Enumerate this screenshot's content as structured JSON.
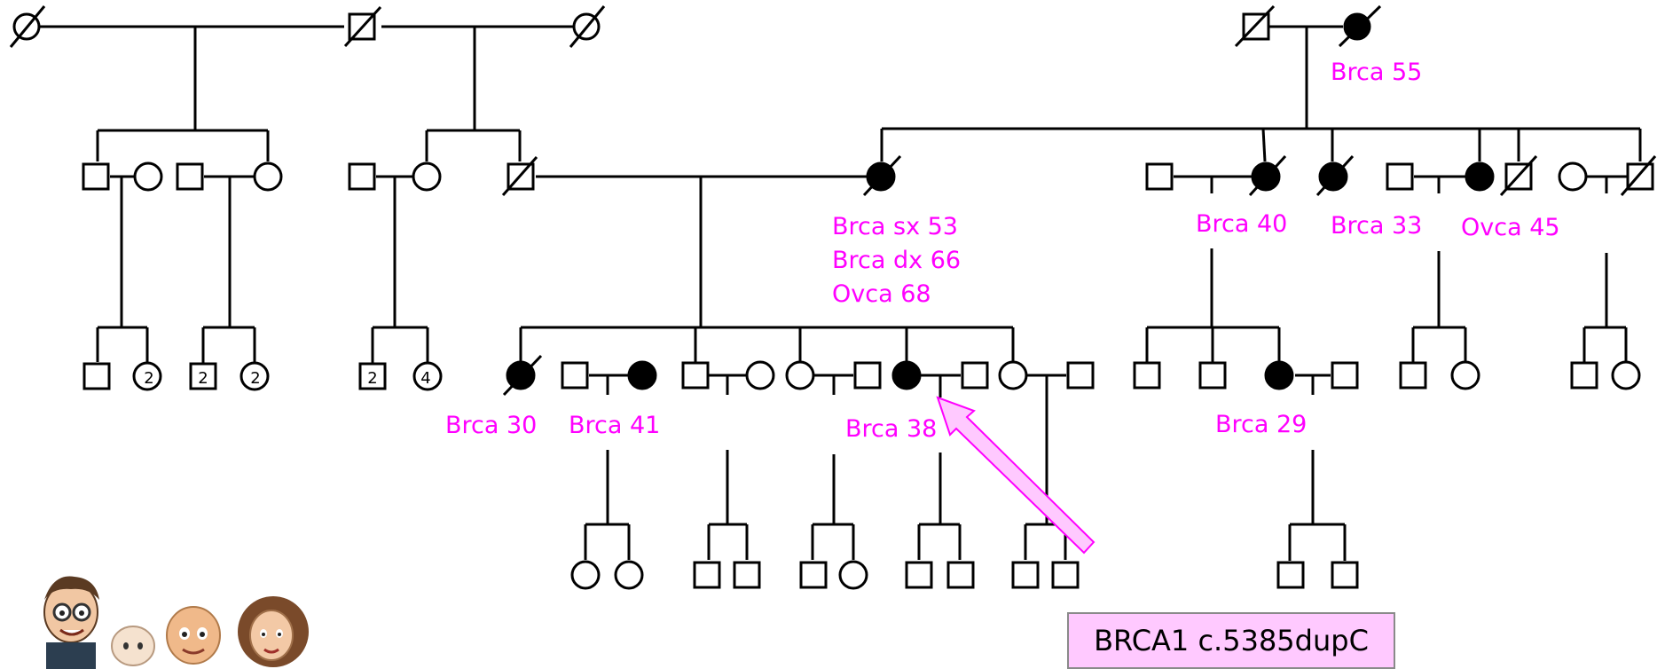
{
  "diagram": {
    "type": "pedigree",
    "affected_color": "#000000",
    "label_color": "#ff00ff",
    "arrow_fill": "#ffc9ff",
    "arrow_stroke": "#ff00ff",
    "mutation": "BRCA1 c.5385dupC",
    "labels": {
      "grandmother": "Brca 55",
      "aunt1_l1": "Brca sx 53",
      "aunt1_l2": "Brca dx 66",
      "aunt1_l3": "Ovca 68",
      "aunt2": "Brca 40",
      "aunt3": "Brca 33",
      "aunt4": "Ovca 45",
      "cousin1": "Brca 30",
      "cousin2": "Brca 41",
      "cousin3": "Brca 38",
      "cousin4": "Brca 29"
    },
    "counts": {
      "c1": "2",
      "c2": "2",
      "c3": "2",
      "c4": "2",
      "c5": "4"
    }
  }
}
